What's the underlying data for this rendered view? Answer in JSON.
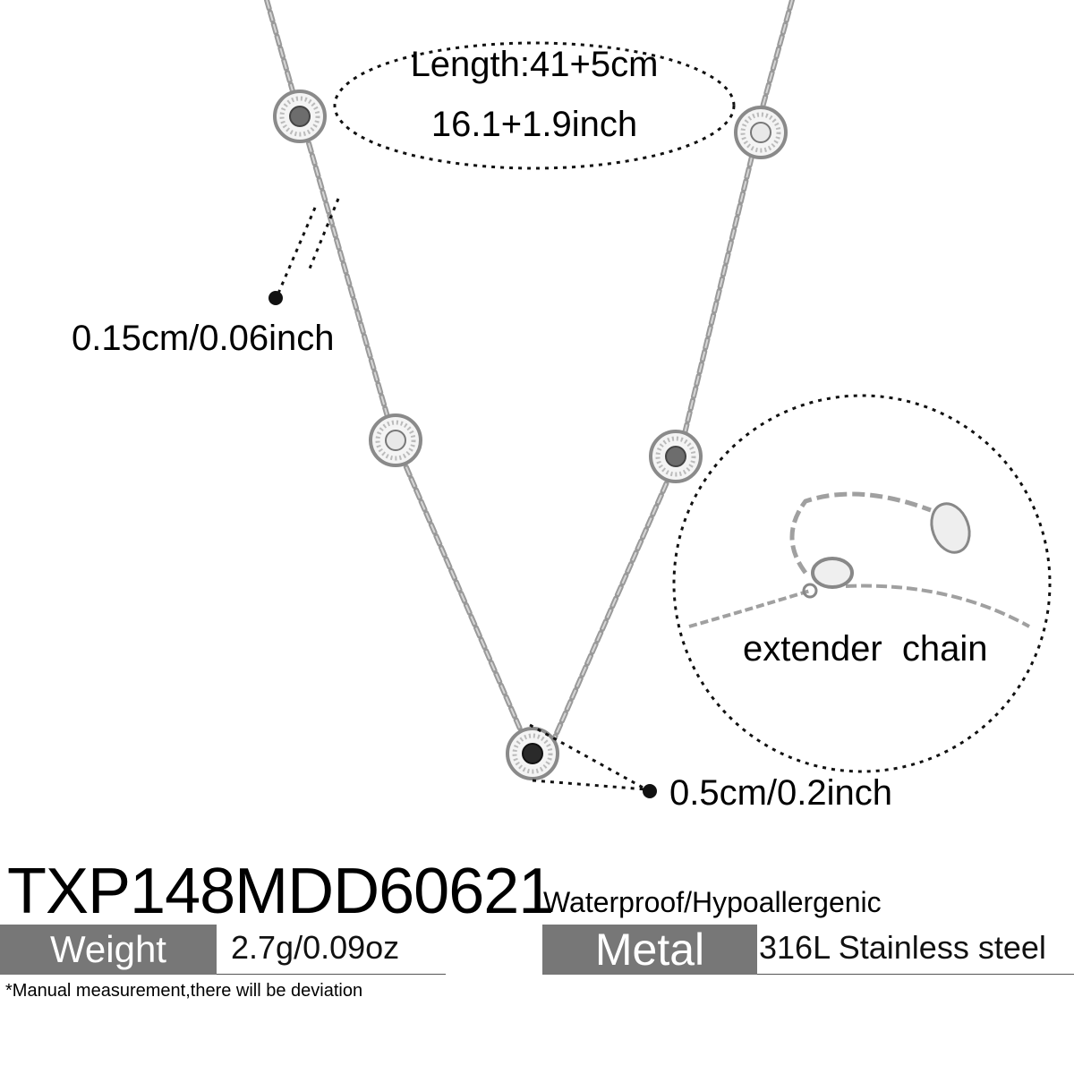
{
  "annotations": {
    "length_line1": "Length:41+5cm",
    "length_line2": "16.1+1.9inch",
    "chain_width": "0.15cm/0.06inch",
    "pendant_size": "0.5cm/0.2inch",
    "extender_label": "extender  chain"
  },
  "product": {
    "sku": "TXP148MDD60621",
    "tagline": "Waterproof/Hypoallergenic",
    "weight_label": "Weight",
    "weight_value": "2.7g/0.09oz",
    "metal_label": "Metal",
    "metal_value": "316L Stainless steel",
    "note": "*Manual measurement,there will be deviation"
  },
  "colors": {
    "label_bg": "#777777",
    "chain": "#9a9a9a",
    "stone_dark": "#333333"
  }
}
